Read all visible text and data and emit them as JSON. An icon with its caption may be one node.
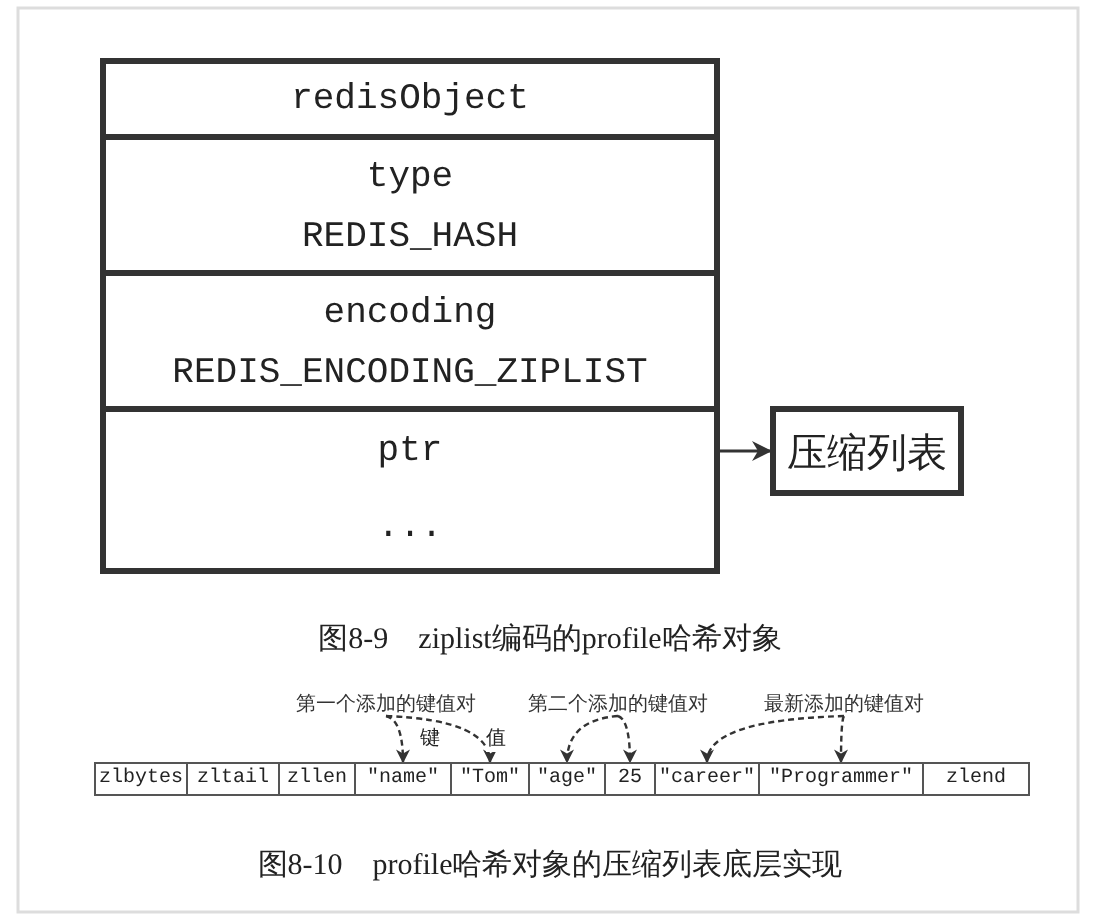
{
  "diagram": {
    "nodes": [
      {
        "text": [
          "redisObject"
        ]
      },
      {
        "text": [
          "type",
          "REDIS_HASH"
        ]
      },
      {
        "text": [
          "encoding",
          "REDIS_ENCODING_ZIPLIST"
        ]
      },
      {
        "text": [
          "ptr"
        ]
      },
      {
        "text": [
          "..."
        ]
      },
      {
        "text": [
          "压缩列表"
        ]
      },
      {
        "text": [
          "zlbytes"
        ]
      },
      {
        "text": [
          "zltail"
        ]
      },
      {
        "text": [
          "zllen"
        ]
      },
      {
        "text": [
          "\"name\""
        ]
      },
      {
        "text": [
          "\"Tom\""
        ]
      },
      {
        "text": [
          "\"age\""
        ]
      },
      {
        "text": [
          "25"
        ]
      },
      {
        "text": [
          "\"career\""
        ]
      },
      {
        "text": [
          "\"Programmer\""
        ]
      },
      {
        "text": [
          "zlend"
        ]
      },
      {
        "text": [
          "第一个添加的键值对"
        ]
      },
      {
        "text": [
          "第二个添加的键值对"
        ]
      },
      {
        "text": [
          "最新添加的键值对"
        ]
      }
    ],
    "edges": [
      {
        "from": 3,
        "to": 5,
        "arrow": "to"
      },
      {
        "from": 16,
        "to": 9,
        "arrow": "to",
        "label": "键",
        "style": "dashed"
      },
      {
        "from": 16,
        "to": 10,
        "arrow": "to",
        "label": "值",
        "style": "dashed"
      },
      {
        "from": 17,
        "to": 11,
        "arrow": "to",
        "style": "dashed"
      },
      {
        "from": 17,
        "to": 12,
        "arrow": "to",
        "style": "dashed"
      },
      {
        "from": 18,
        "to": 13,
        "arrow": "to",
        "style": "dashed"
      },
      {
        "from": 18,
        "to": 14,
        "arrow": "to",
        "style": "dashed"
      }
    ],
    "labels": [
      "图8-9　ziplist编码的profile哈希对象",
      "图8-10　profile哈希对象的压缩列表底层实现"
    ]
  }
}
